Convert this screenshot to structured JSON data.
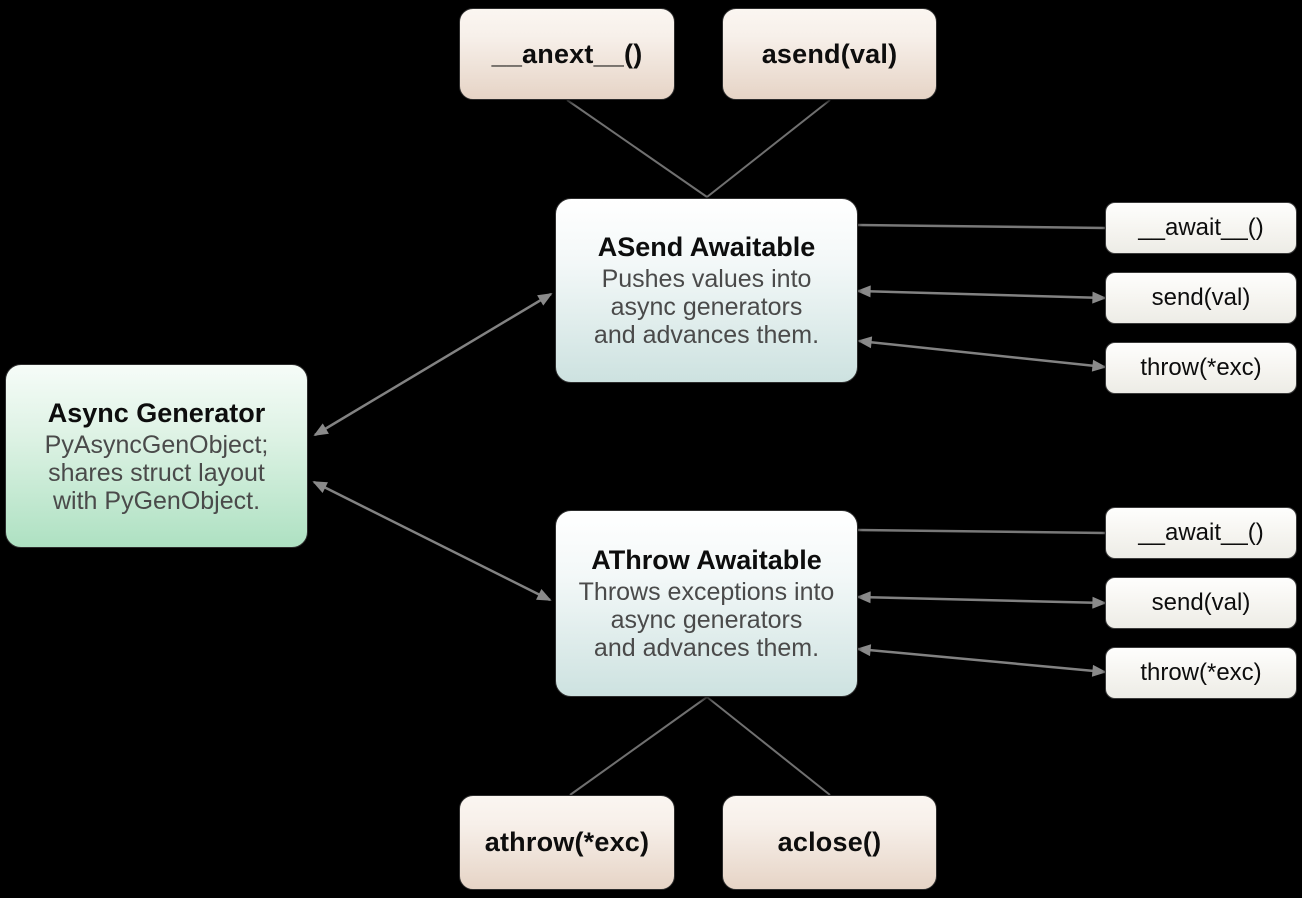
{
  "diagram": {
    "background_color": "#000000",
    "connector_color": "#777777",
    "arrow_color": "#8a8a8a",
    "nodes": {
      "anext": {
        "label": "__anext__()"
      },
      "asend": {
        "label": "asend(val)"
      },
      "asend_awaitable": {
        "title": "ASend Awaitable",
        "body": "Pushes values into\nasync generators\nand advances them."
      },
      "async_generator": {
        "title": "Async Generator",
        "body": "PyAsyncGenObject;\nshares struct layout\nwith PyGenObject."
      },
      "athrow_awaitable": {
        "title": "AThrow Awaitable",
        "body": "Throws exceptions into\nasync generators\nand advances them."
      },
      "await_top": {
        "label": "__await__()"
      },
      "send_top": {
        "label": "send(val)"
      },
      "throw_top": {
        "label": "throw(*exc)"
      },
      "await_bottom": {
        "label": "__await__()"
      },
      "send_bottom": {
        "label": "send(val)"
      },
      "throw_bottom": {
        "label": "throw(*exc)"
      },
      "athrow_method": {
        "label": "athrow(*exc)"
      },
      "aclose": {
        "label": "aclose()"
      }
    },
    "connectors": [
      {
        "from": "anext",
        "to": "asend_awaitable",
        "style": "line"
      },
      {
        "from": "asend",
        "to": "asend_awaitable",
        "style": "line"
      },
      {
        "from": "asend_awaitable",
        "to": "async_generator",
        "style": "double-arrow"
      },
      {
        "from": "async_generator",
        "to": "athrow_awaitable",
        "style": "double-arrow"
      },
      {
        "from": "asend_awaitable",
        "to": "await_top",
        "style": "line"
      },
      {
        "from": "asend_awaitable",
        "to": "send_top",
        "style": "double-arrow"
      },
      {
        "from": "asend_awaitable",
        "to": "throw_top",
        "style": "double-arrow"
      },
      {
        "from": "athrow_awaitable",
        "to": "await_bottom",
        "style": "line"
      },
      {
        "from": "athrow_awaitable",
        "to": "send_bottom",
        "style": "double-arrow"
      },
      {
        "from": "athrow_awaitable",
        "to": "throw_bottom",
        "style": "double-arrow"
      },
      {
        "from": "athrow_awaitable",
        "to": "athrow_method",
        "style": "line"
      },
      {
        "from": "athrow_awaitable",
        "to": "aclose",
        "style": "line"
      }
    ],
    "colors": {
      "tan_gradient_top": "#fbf6f1",
      "tan_gradient_bottom": "#e6d4c6",
      "teal_gradient_top": "#ffffff",
      "teal_gradient_bottom": "#cde2e0",
      "green_gradient_top": "#f6fcf8",
      "green_gradient_bottom": "#aee1c2",
      "small_gradient_top": "#fefefd",
      "small_gradient_bottom": "#edece6",
      "title_text": "#0d0d0d",
      "body_text": "#4a4a4a"
    }
  }
}
